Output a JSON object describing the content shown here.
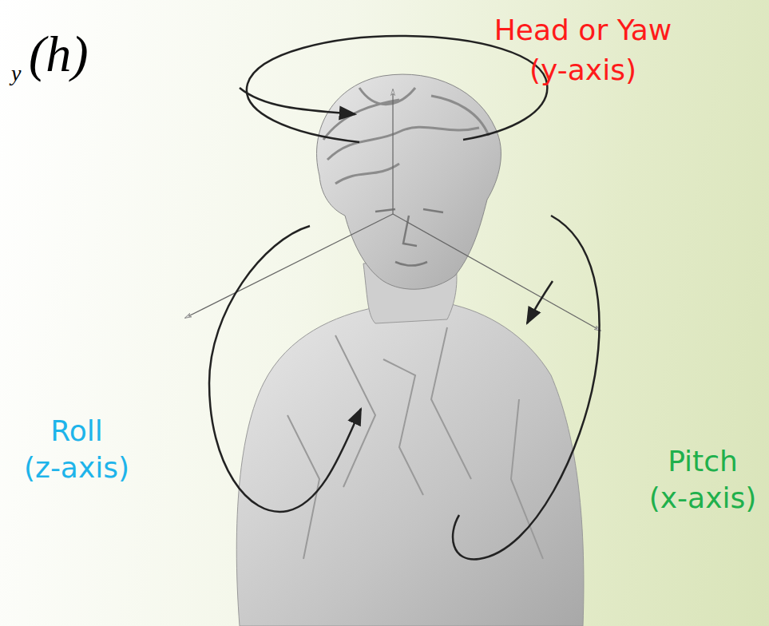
{
  "diagram": {
    "labels": [
      "Head or Yaw",
      "(y-axis)",
      "Roll",
      "(z-axis)",
      "Pitch",
      "(x-axis)",
      "y",
      "(h)"
    ]
  }
}
